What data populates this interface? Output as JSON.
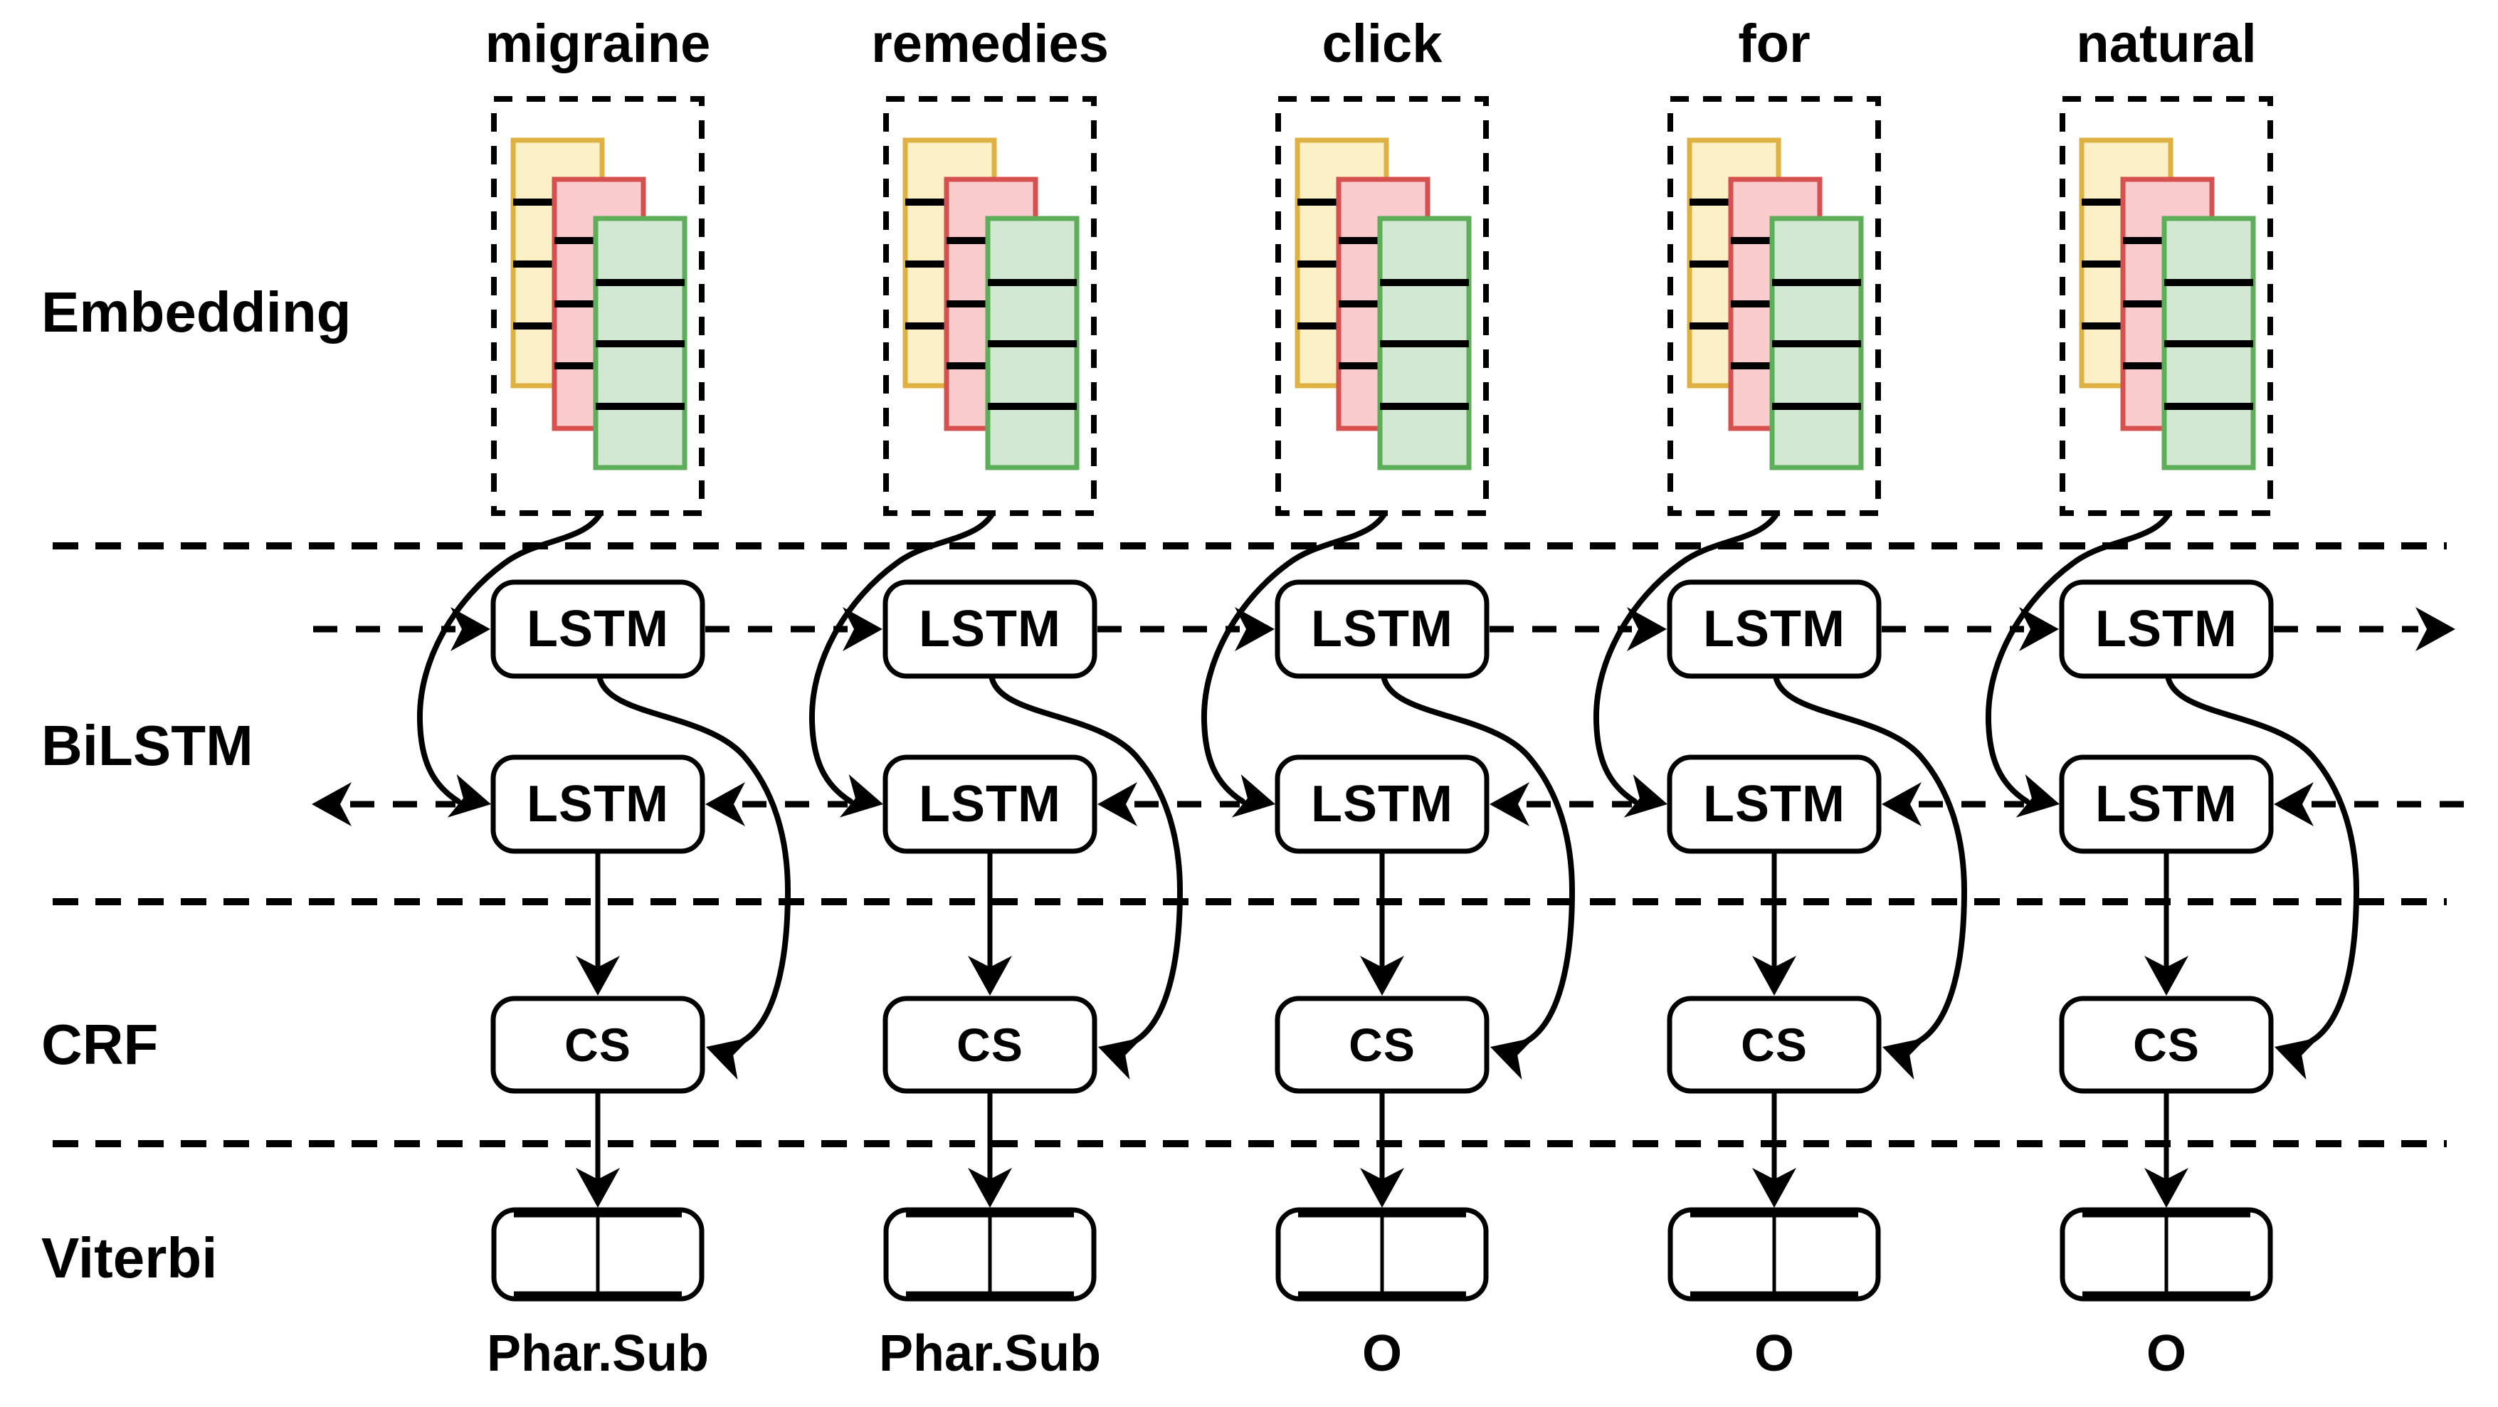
{
  "diagram": {
    "row_labels": [
      "Embedding",
      "BiLSTM",
      "CRF",
      "Viterbi"
    ],
    "box_labels": {
      "forward_lstm": "LSTM",
      "backward_lstm": "LSTM",
      "crf_state": "CS"
    },
    "columns": [
      {
        "word": "migraine",
        "tag": "Phar.Sub"
      },
      {
        "word": "remedies",
        "tag": "Phar.Sub"
      },
      {
        "word": "click",
        "tag": "O"
      },
      {
        "word": "for",
        "tag": "O"
      },
      {
        "word": "natural",
        "tag": "O"
      }
    ],
    "colors": {
      "embedding_yellow_fill": "#FCF0C6",
      "embedding_yellow_stroke": "#DFB042",
      "embedding_red_fill": "#FACCCE",
      "embedding_red_stroke": "#D5504F",
      "embedding_green_fill": "#D3E8D3",
      "embedding_green_stroke": "#5CAE58",
      "line_color": "#000000",
      "background": "#FFFFFF"
    }
  }
}
